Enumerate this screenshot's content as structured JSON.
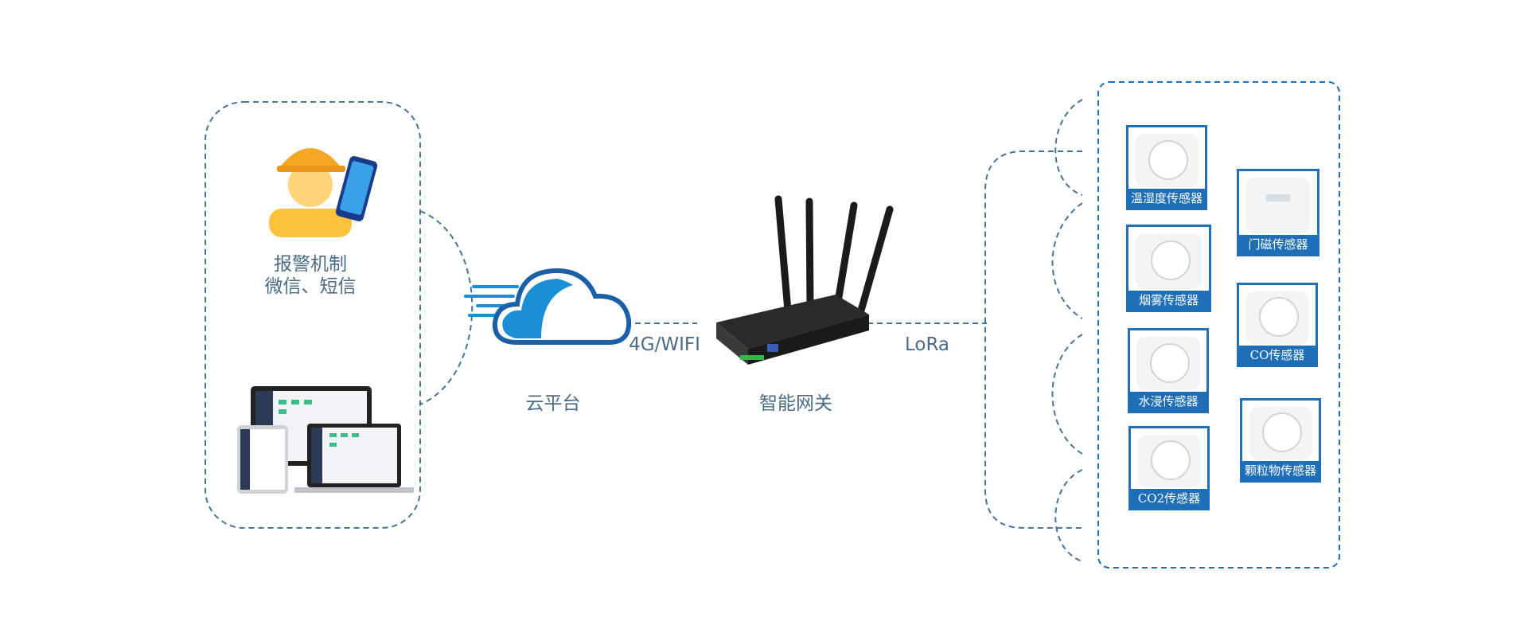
{
  "alarm": {
    "line1": "报警机制",
    "line2": "微信、短信"
  },
  "cloud": {
    "label": "云平台"
  },
  "link_4g": {
    "label": "4G/WIFI"
  },
  "gateway": {
    "label": "智能网关"
  },
  "link_lora": {
    "label": "LoRa"
  },
  "sensors": [
    {
      "label": "温湿度传感器"
    },
    {
      "label": "门磁传感器"
    },
    {
      "label": "烟雾传感器"
    },
    {
      "label": "CO传感器"
    },
    {
      "label": "水浸传感器"
    },
    {
      "label": "颗粒物传感器"
    },
    {
      "label": "CO2传感器"
    }
  ],
  "colors": {
    "dash_line": "#4a7394",
    "label_text": "#4a6b86",
    "sensor_blue": "#1f6fb8",
    "cloud_blue": "#1a8fd6",
    "helmet_yellow": "#f5a623"
  }
}
